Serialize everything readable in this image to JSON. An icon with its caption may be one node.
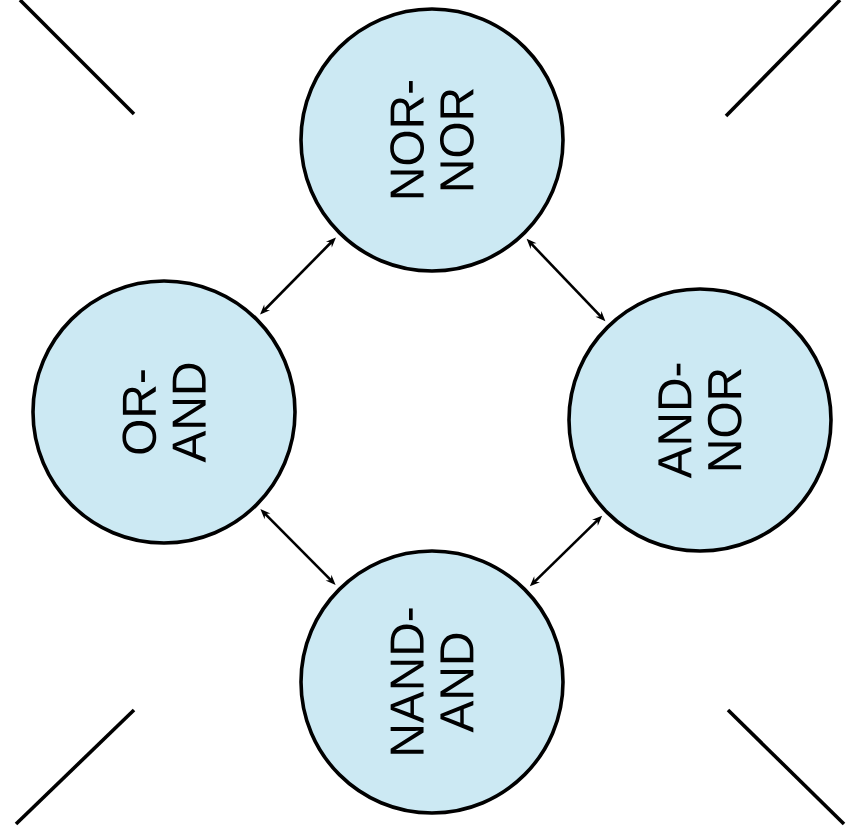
{
  "diagram": {
    "nodes": [
      {
        "text": [
          "NOR- NOR"
        ]
      },
      {
        "text": [
          "OR- AND"
        ]
      },
      {
        "text": [
          "AND- NOR"
        ]
      },
      {
        "text": [
          "NAND- AND"
        ]
      }
    ],
    "edges": [
      {
        "from": 0,
        "to": 1,
        "arrow": "both"
      },
      {
        "from": 0,
        "to": 2,
        "arrow": "both"
      },
      {
        "from": 1,
        "to": 3,
        "arrow": "both"
      },
      {
        "from": 2,
        "to": 3,
        "arrow": "both"
      }
    ]
  }
}
